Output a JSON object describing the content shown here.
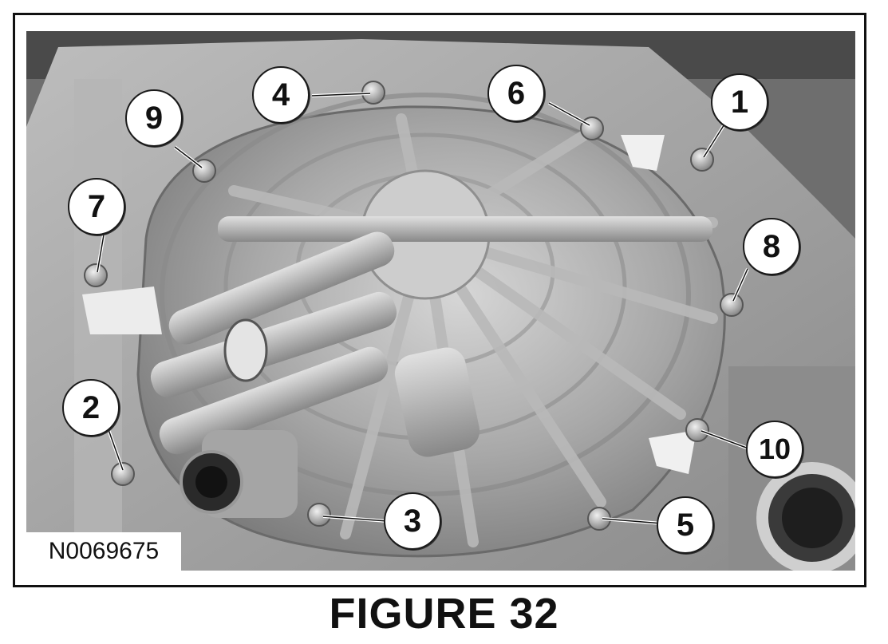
{
  "figure": {
    "id_label": "N0069675",
    "caption": "FIGURE 32",
    "callouts": [
      "1",
      "2",
      "3",
      "4",
      "5",
      "6",
      "7",
      "8",
      "9",
      "10"
    ]
  },
  "colors": {
    "photo_dark": "#5f5f5f",
    "photo_mid": "#9a9a9a",
    "photo_light": "#cfcfcf",
    "ink": "#111111"
  },
  "icons": {
    "bolt": "bolt-icon"
  }
}
